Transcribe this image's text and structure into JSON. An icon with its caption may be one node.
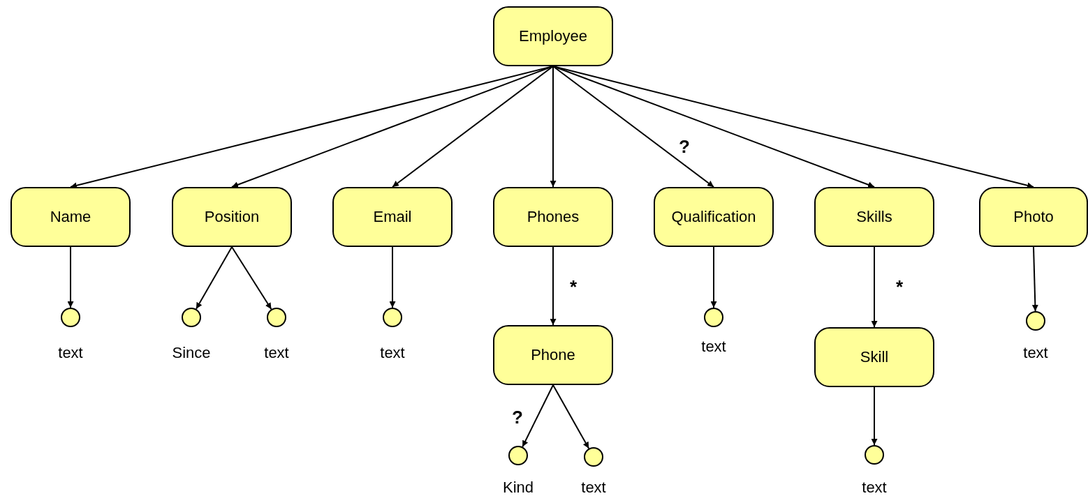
{
  "diagram": {
    "nodes": [
      {
        "text": [
          "Employee"
        ]
      },
      {
        "text": [
          "Name"
        ]
      },
      {
        "text": [
          "Position"
        ]
      },
      {
        "text": [
          "Email"
        ]
      },
      {
        "text": [
          "Phones"
        ]
      },
      {
        "text": [
          "Qualification"
        ]
      },
      {
        "text": [
          "Skills"
        ]
      },
      {
        "text": [
          "Photo"
        ]
      },
      {
        "text": [
          "Phone"
        ]
      },
      {
        "text": [
          "Skill"
        ]
      },
      {
        "text": [],
        "shape": "circle",
        "beside": [
          "text"
        ]
      },
      {
        "text": [],
        "shape": "circle",
        "beside": [
          "Since"
        ]
      },
      {
        "text": [],
        "shape": "circle",
        "beside": [
          "text"
        ]
      },
      {
        "text": [],
        "shape": "circle",
        "beside": [
          "text"
        ]
      },
      {
        "text": [],
        "shape": "circle",
        "beside": [
          "Kind"
        ]
      },
      {
        "text": [],
        "shape": "circle",
        "beside": [
          "text"
        ]
      },
      {
        "text": [],
        "shape": "circle",
        "beside": [
          "text"
        ]
      },
      {
        "text": [],
        "shape": "circle",
        "beside": [
          "text"
        ]
      },
      {
        "text": [],
        "shape": "circle",
        "beside": [
          "text"
        ]
      }
    ],
    "edges": [
      {
        "from": 0,
        "to": 1,
        "arrow": "to"
      },
      {
        "from": 0,
        "to": 2,
        "arrow": "to"
      },
      {
        "from": 0,
        "to": 3,
        "arrow": "to"
      },
      {
        "from": 0,
        "to": 4,
        "arrow": "to"
      },
      {
        "from": 0,
        "to": 5,
        "arrow": "to",
        "label": "?"
      },
      {
        "from": 0,
        "to": 6,
        "arrow": "to"
      },
      {
        "from": 0,
        "to": 7,
        "arrow": "to"
      },
      {
        "from": 1,
        "to": 10,
        "arrow": "to"
      },
      {
        "from": 2,
        "to": 11,
        "arrow": "to"
      },
      {
        "from": 2,
        "to": 12,
        "arrow": "to"
      },
      {
        "from": 3,
        "to": 13,
        "arrow": "to"
      },
      {
        "from": 4,
        "to": 8,
        "arrow": "to",
        "label": "*"
      },
      {
        "from": 5,
        "to": 16,
        "arrow": "to"
      },
      {
        "from": 6,
        "to": 9,
        "arrow": "to",
        "label": "*"
      },
      {
        "from": 7,
        "to": 18,
        "arrow": "to"
      },
      {
        "from": 8,
        "to": 14,
        "arrow": "to",
        "label": "?"
      },
      {
        "from": 8,
        "to": 15,
        "arrow": "to"
      },
      {
        "from": 9,
        "to": 17,
        "arrow": "to"
      }
    ]
  }
}
